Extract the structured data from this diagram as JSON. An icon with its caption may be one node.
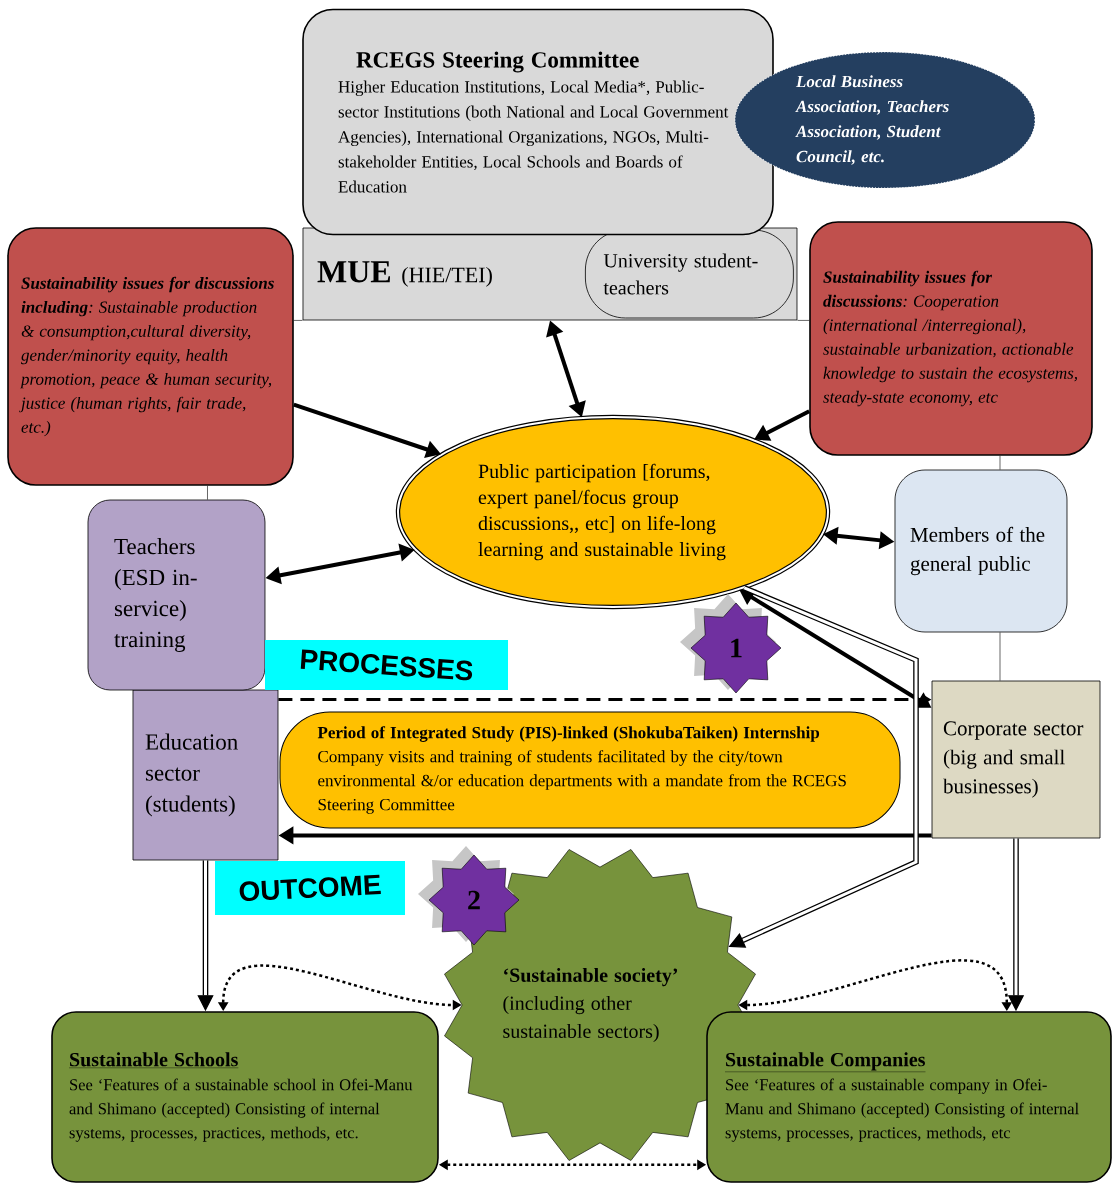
{
  "diagram": {
    "nodes": [
      {
        "text": [
          "RCEGS Steering Committee",
          "Higher Education Institutions, Local Media*, Public-sector Institutions (both National and Local Government Agencies), International Organizations, NGOs, Multi-stakeholder Entities, Local Schools and Boards of Education"
        ]
      },
      {
        "text": [
          "Local Business Association, Teachers Association, Student Council, etc."
        ]
      },
      {
        "text": [
          "MUE",
          "(HIE/TEI)"
        ]
      },
      {
        "text": [
          "University student-teachers"
        ],
        "in": 2
      },
      {
        "text": [
          "**Sustainability issues for discussions including**: Sustainable production & consumption,cultural diversity, gender/minority equity, health promotion, peace & human security, justice (human rights, fair trade, etc.)"
        ]
      },
      {
        "text": [
          "**Sustainability issues for discussions**: Cooperation (international /interregional), sustainable urbanization, actionable knowledge to sustain the ecosystems, steady-state economy, etc"
        ]
      },
      {
        "text": [
          "Public participation [forums, expert panel/focus group discussions,, etc] on life-long learning and sustainable living"
        ]
      },
      {
        "text": [
          "Teachers (ESD in-service) training"
        ]
      },
      {
        "text": [
          "Members of the general public"
        ]
      },
      {
        "text": [
          "Education sector (students)"
        ]
      },
      {
        "text": [
          "Corporate sector (big and small businesses)"
        ]
      },
      {
        "text": [
          "**Period of Integrated Study (PIS)-linked (ShokubaTaiken) Internship** Company visits and training of students facilitated by the city/town environmental &/or education departments with a mandate from the RCEGS Steering Committee"
        ]
      },
      {
        "text": [
          "1"
        ]
      },
      {
        "text": [
          "2"
        ]
      },
      {
        "text": [
          "‘Sustainable society’",
          "(including other sustainable sectors)"
        ]
      },
      {
        "text": [
          "Sustainable Schools",
          "See ‘Features of a sustainable school in Ofei-Manu and Shimano (accepted) Consisting of internal systems, processes, practices, methods, etc."
        ]
      },
      {
        "text": [
          "Sustainable Companies",
          "See ‘Features of a sustainable company in Ofei-Manu and Shimano (accepted) Consisting of internal systems, processes, practices, methods, etc"
        ]
      }
    ],
    "edges": [
      {
        "from": 2,
        "to": 6,
        "arrow": "both"
      },
      {
        "from": 4,
        "to": 6,
        "arrow": "to"
      },
      {
        "from": 5,
        "to": 6,
        "arrow": "to"
      },
      {
        "from": 6,
        "to": 8,
        "arrow": "both"
      },
      {
        "from": 6,
        "to": 10,
        "arrow": "both"
      },
      {
        "from": 7,
        "to": 6,
        "arrow": "both"
      },
      {
        "from": 9,
        "to": 10,
        "arrow": "to",
        "style": "dashed"
      },
      {
        "from": 10,
        "to": 9,
        "arrow": "to"
      },
      {
        "from": 6,
        "to": 14,
        "arrow": "to"
      },
      {
        "from": 9,
        "to": 15,
        "arrow": "to"
      },
      {
        "from": 10,
        "to": 16,
        "arrow": "to"
      },
      {
        "from": 15,
        "to": 14,
        "arrow": "both",
        "style": "dashed"
      },
      {
        "from": 16,
        "to": 14,
        "arrow": "both",
        "style": "dashed"
      },
      {
        "from": 15,
        "to": 16,
        "arrow": "both",
        "style": "dashed"
      },
      {
        "from": 4,
        "to": 2,
        "arrow": "none"
      },
      {
        "from": 2,
        "to": 5,
        "arrow": "none"
      },
      {
        "from": 4,
        "to": 7,
        "arrow": "none"
      },
      {
        "from": 5,
        "to": 8,
        "arrow": "none"
      },
      {
        "from": 8,
        "to": 10,
        "arrow": "none"
      }
    ],
    "labels": [
      "PROCESSES",
      "OUTCOME"
    ]
  }
}
